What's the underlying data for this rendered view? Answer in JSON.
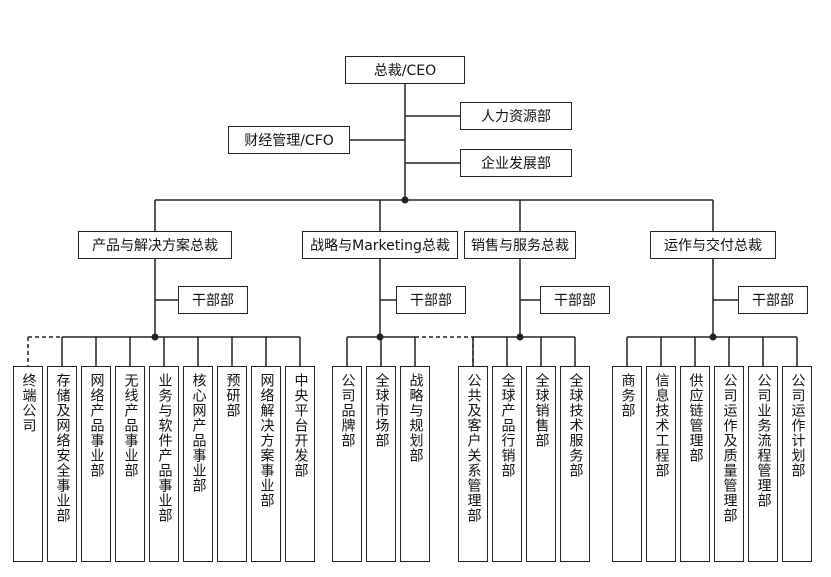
{
  "chart": {
    "ceo": "总裁/CEO",
    "hr": "人力资源部",
    "cfo": "财经管理/CFO",
    "enterprise": "企业发展部",
    "divisions": [
      {
        "title": "产品与解决方案总裁",
        "cadre": "干部部",
        "depts": [
          "终端公司",
          "存储及网络安全事业部",
          "网络产品事业部",
          "无线产品事业部",
          "业务与软件产品事业部",
          "核心网产品事业部",
          "预研部",
          "网络解决方案事业部",
          "中央平台开发部"
        ]
      },
      {
        "title": "战略与Marketing总裁",
        "cadre": "干部部",
        "depts": [
          "公司品牌部",
          "全球市场部",
          "战略与规划部"
        ]
      },
      {
        "title": "销售与服务总裁",
        "cadre": "干部部",
        "depts": [
          "公共及客户关系管理部",
          "全球产品行销部",
          "全球销售部",
          "全球技术服务部"
        ]
      },
      {
        "title": "运作与交付总裁",
        "cadre": "干部部",
        "depts": [
          "商务部",
          "信息技术工程部",
          "供应链管理部",
          "公司运作及质量管理部",
          "公司业务流程管理部",
          "公司运作计划部"
        ]
      }
    ]
  }
}
